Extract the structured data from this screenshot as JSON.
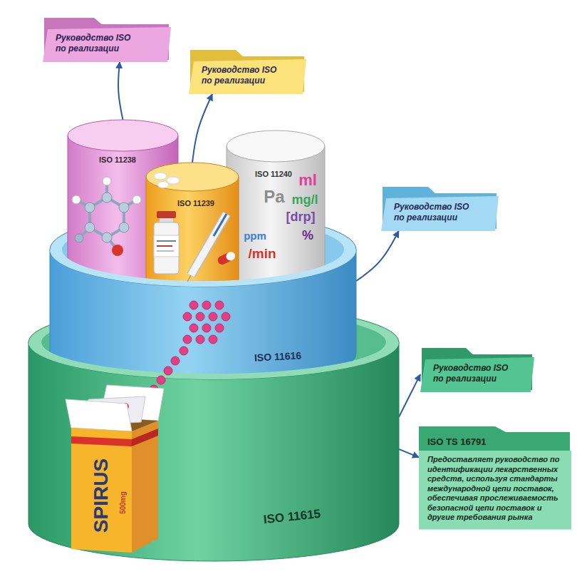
{
  "diagram": {
    "nodes": [
      {
        "text": [
          "Руководство ISO по реализации"
        ]
      },
      {
        "text": [
          "Руководство ISO по реализации"
        ]
      },
      {
        "text": [
          "ISO 11615"
        ]
      },
      {
        "text": [
          "ISO 11616"
        ],
        "in": 2
      },
      {
        "text": [
          "ISO 11238"
        ],
        "in": 3
      },
      {
        "text": [
          "ISO 11240"
        ],
        "in": 3
      },
      {
        "text": [
          "ISO 11239"
        ],
        "in": 3
      },
      {
        "text": [
          "Руководство ISO по реализации"
        ]
      },
      {
        "text": [
          "Руководство ISO по реализации"
        ]
      },
      {
        "text": [
          "ISO TS 16791",
          "Предоставляет руководство по идентификации лекарственных средств, используя стандарты международной цепи поставок, обеспечивая прослеживаемость безопасной цепи поставок и другие требования рынка"
        ]
      }
    ],
    "edges": [
      {
        "from": 4,
        "to": 0,
        "arrow": "to"
      },
      {
        "from": 6,
        "to": 1,
        "arrow": "to"
      },
      {
        "from": 3,
        "to": 7,
        "arrow": "to"
      },
      {
        "from": 2,
        "to": 8,
        "arrow": "to"
      },
      {
        "from": 2,
        "to": 9,
        "arrow": "to"
      }
    ],
    "labels": [
      "ml",
      "Pa",
      "mg/l",
      "[drp]",
      "ppm",
      "%",
      "/min",
      "SPIRUS",
      "500mg"
    ]
  }
}
